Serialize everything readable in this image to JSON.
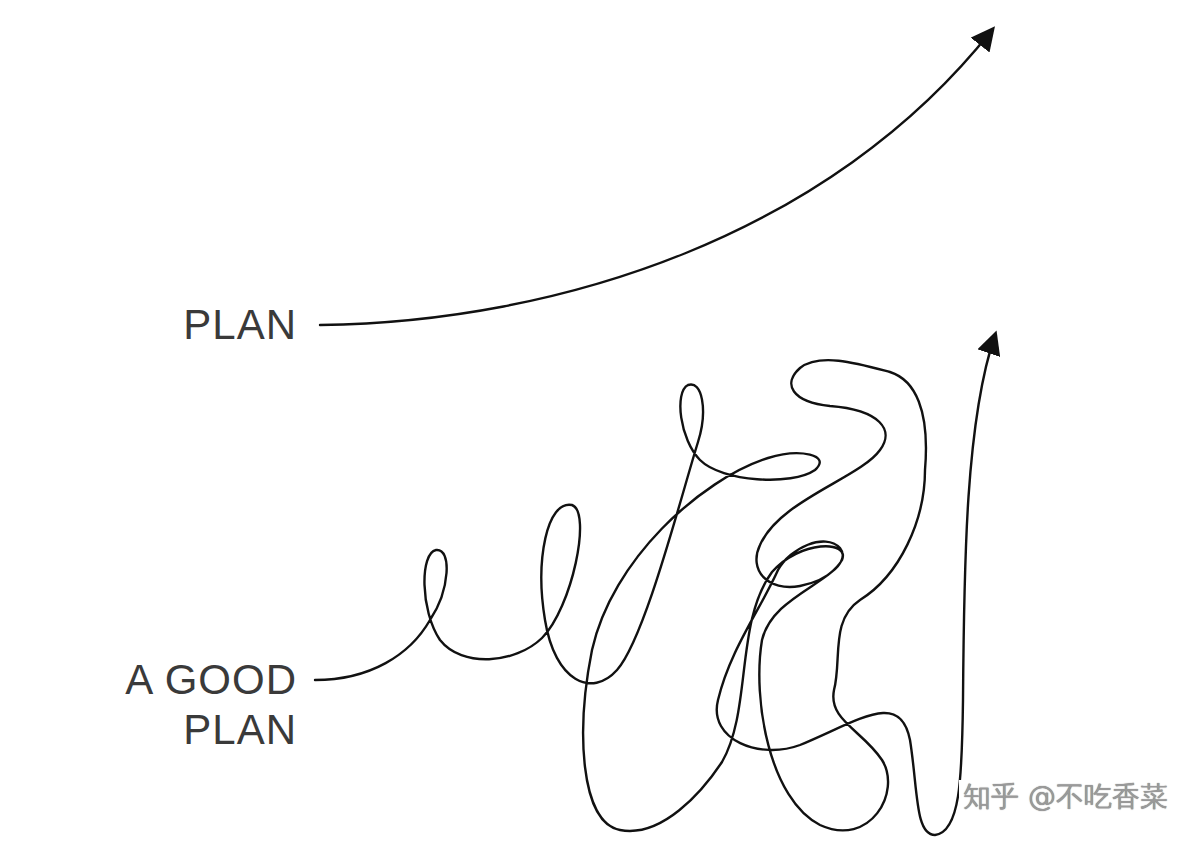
{
  "diagram": {
    "labels": [
      "PLAN",
      "A GOOD PLAN",
      "知乎 @不吃香菜"
    ]
  }
}
